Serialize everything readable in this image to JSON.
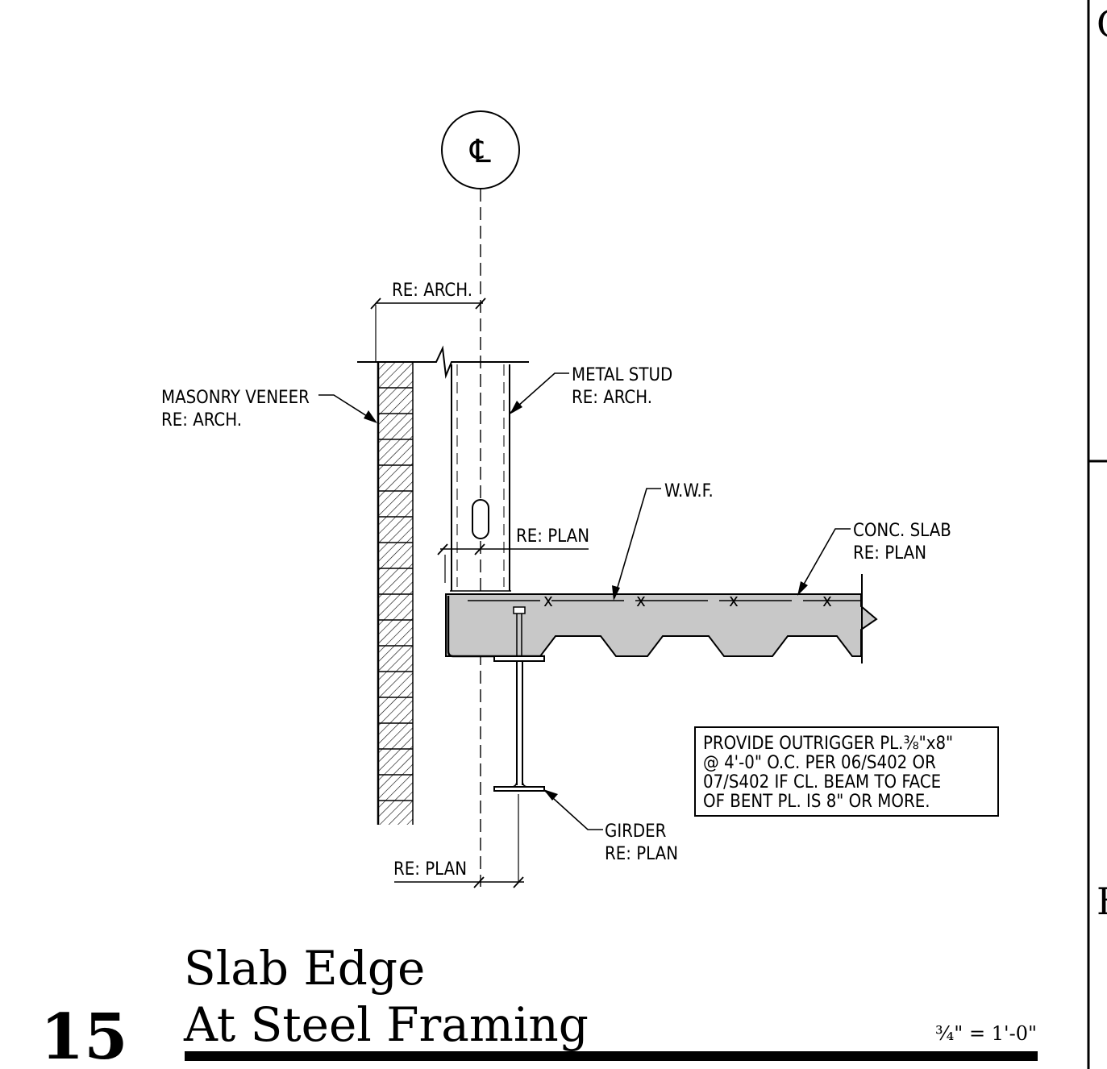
{
  "centerline_symbol": "℄",
  "labels": {
    "re_arch_top": "RE: ARCH.",
    "masonry_1": "MASONRY VENEER",
    "masonry_2": "RE: ARCH.",
    "metal_stud_1": "METAL STUD",
    "metal_stud_2": "RE: ARCH.",
    "wwf": "W.W.F.",
    "conc_slab_1": "CONC. SLAB",
    "conc_slab_2": "RE: PLAN",
    "re_plan_mid": "RE: PLAN",
    "girder_1": "GIRDER",
    "girder_2": "RE: PLAN",
    "re_plan_bottom": "RE: PLAN",
    "mesh_mark": "x"
  },
  "note": [
    "PROVIDE OUTRIGGER PL.⅜\"x8\"",
    "@ 4'-0\" O.C. PER 06/S402 OR",
    "07/S402  IF CL. BEAM TO FACE",
    "OF BENT PL. IS 8\" OR MORE."
  ],
  "title": {
    "number": "15",
    "line1": "Slab Edge",
    "line2": "At Steel Framing",
    "scale": "¾\" = 1'-0\""
  },
  "edge_letters": {
    "top": "C",
    "bottom": "B"
  }
}
